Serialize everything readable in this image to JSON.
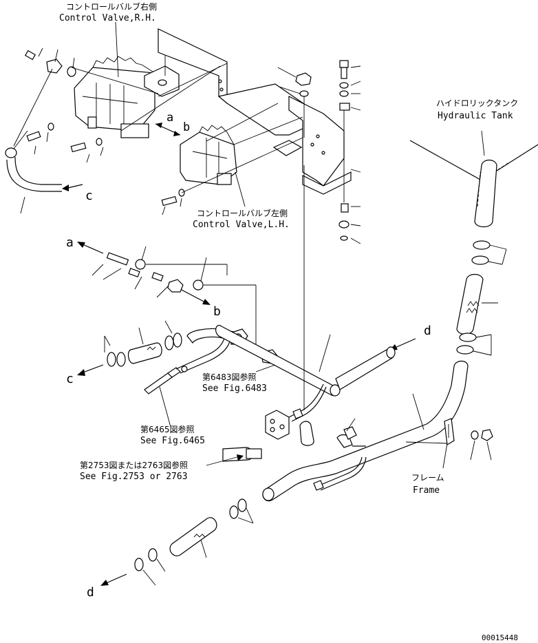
{
  "labels": {
    "cv_rh_jp": "コントロールバルブ右側",
    "cv_rh_en": "Control Valve,R.H.",
    "cv_lh_jp": "コントロールバルブ左側",
    "cv_lh_en": "Control Valve,L.H.",
    "tank_jp": "ハイドロリックタンク",
    "tank_en": "Hydraulic Tank",
    "fig6483_jp": "第6483図参照",
    "fig6483_en": "See Fig.6483",
    "fig6465_jp": "第6465図参照",
    "fig6465_en": "See Fig.6465",
    "fig2753_jp": "第2753図または2763図参照",
    "fig2753_en": "See Fig.2753 or 2763",
    "frame_jp": "フレーム",
    "frame_en": "Frame",
    "drawing_no": "00015448"
  },
  "markers": {
    "a_top": "a",
    "b_top": "b",
    "c_top": "c",
    "a_mid": "a",
    "b_mid": "b",
    "c_mid": "c",
    "d_right": "d",
    "d_bottom": "d"
  }
}
